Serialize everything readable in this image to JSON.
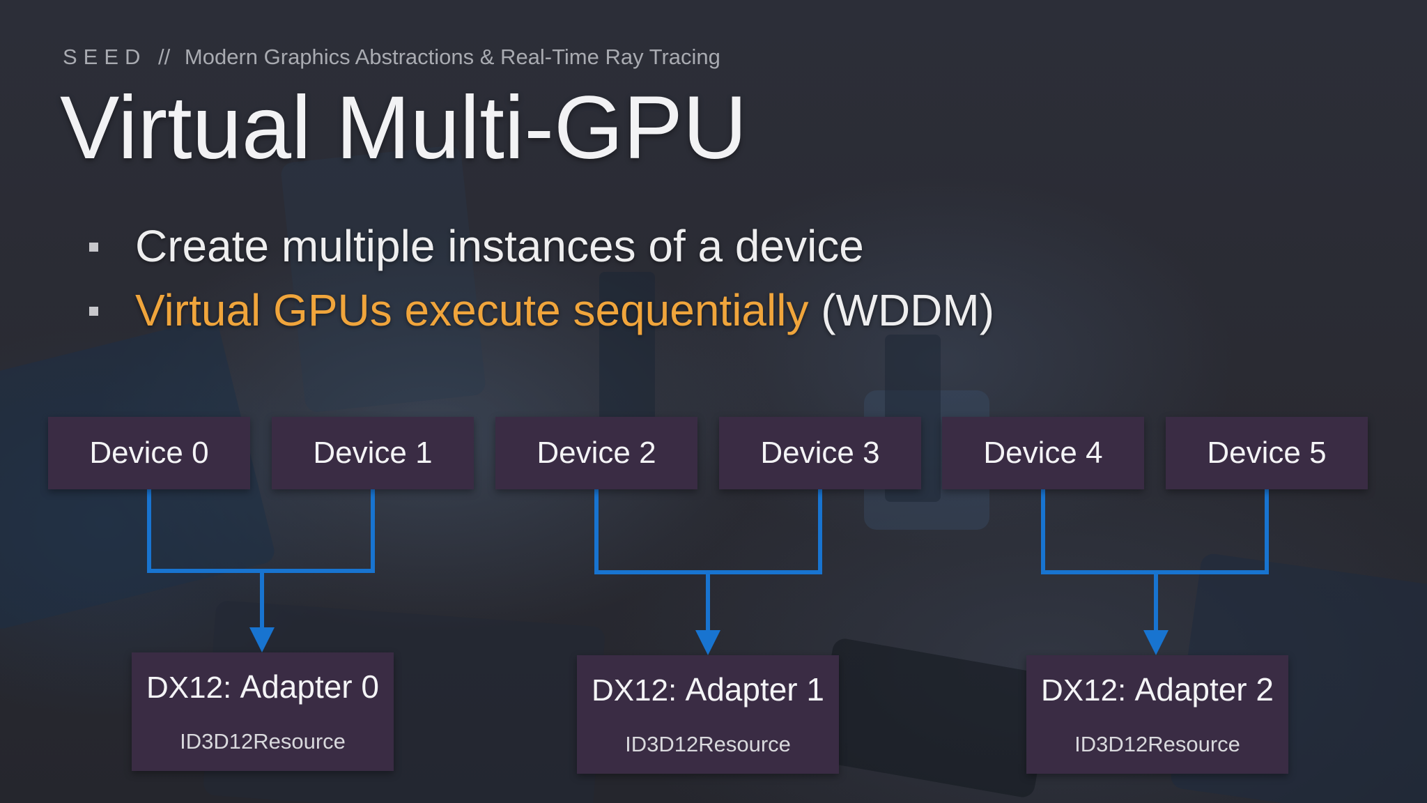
{
  "header": {
    "brand": "SEED",
    "separator": "//",
    "talk_title": "Modern Graphics Abstractions & Real-Time Ray Tracing"
  },
  "title": "Virtual Multi-GPU",
  "bullets": [
    {
      "text": "Create multiple instances of a device",
      "accent": "",
      "suffix": ""
    },
    {
      "text": "",
      "accent": "Virtual GPUs execute sequentially",
      "suffix": "(WDDM)"
    }
  ],
  "devices": [
    "Device 0",
    "Device 1",
    "Device 2",
    "Device 3",
    "Device 4",
    "Device 5"
  ],
  "adapters": [
    {
      "prefix": "DX12:",
      "name": "Adapter 0",
      "resource": "ID3D12Resource"
    },
    {
      "prefix": "DX12:",
      "name": "Adapter 1",
      "resource": "ID3D12Resource"
    },
    {
      "prefix": "DX12:",
      "name": "Adapter 2",
      "resource": "ID3D12Resource"
    }
  ],
  "colors": {
    "box": "#3a2c44",
    "connector": "#1874d0",
    "accent": "#f0a53c"
  }
}
